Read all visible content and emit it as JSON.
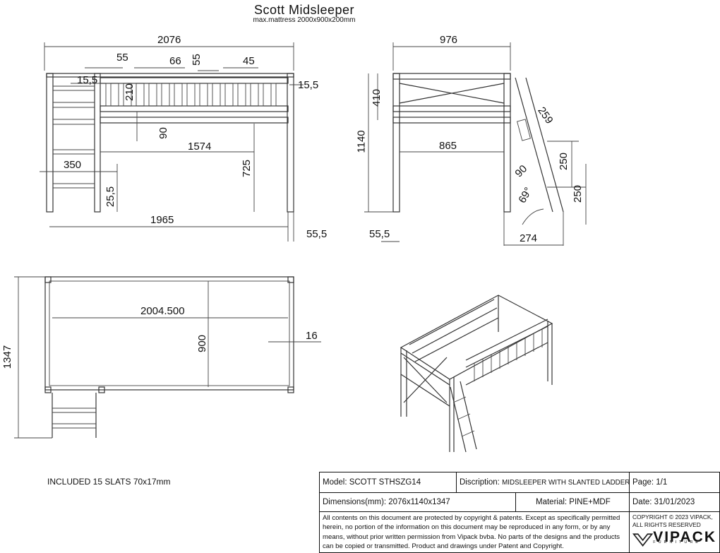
{
  "header": {
    "title": "Scott Midsleeper",
    "subtitle": "max.mattress 2000x900x200mm"
  },
  "front_view": {
    "overall_width": "2076",
    "d55": "55",
    "d66": "66",
    "d55b": "55",
    "d45": "45",
    "d15_5_left": "15,5",
    "d210": "210",
    "d15_5_right": "15,5",
    "d90": "90",
    "d1574": "1574",
    "d350": "350",
    "d725": "725",
    "d25_5": "25,5",
    "d1965": "1965",
    "d55_5": "55,5"
  },
  "side_view": {
    "width": "976",
    "d410": "410",
    "d1140": "1140",
    "d259": "259",
    "d865": "865",
    "d250a": "250",
    "d90": "90",
    "d250b": "250",
    "angle": "69°",
    "d55_5": "55,5",
    "d274": "274"
  },
  "top_view": {
    "length": "2004.500",
    "width": "900",
    "d16": "16",
    "depth": "1347"
  },
  "note": "INCLUDED 15 SLATS  70x17mm",
  "title_block": {
    "model": "Model: SCOTT STHSZG14",
    "description_label": "Discription:",
    "description_value": "MIDSLEEPER WITH SLANTED LADDER",
    "page": "Page: 1/1",
    "dimensions": "Dimensions(mm): 2076x1140x1347",
    "material": "Material: PINE+MDF",
    "date": "Date: 31/01/2023",
    "legal": "All contents on this document are protected by copyright & patents. Except as specifically permitted herein, no portion of the information on this document may be reproduced in any form, or by any means, without prior written permission from Vipack bvba. No parts of the designs and the products can be copied or transmitted. Product and drawings under Patent and Copyright.",
    "copyright": "COPYRIGHT © 2023 VIPACK, ALL RIGHTS RESERVED",
    "logo": "VIPACK",
    "logo_sub": "FURNITURE"
  }
}
